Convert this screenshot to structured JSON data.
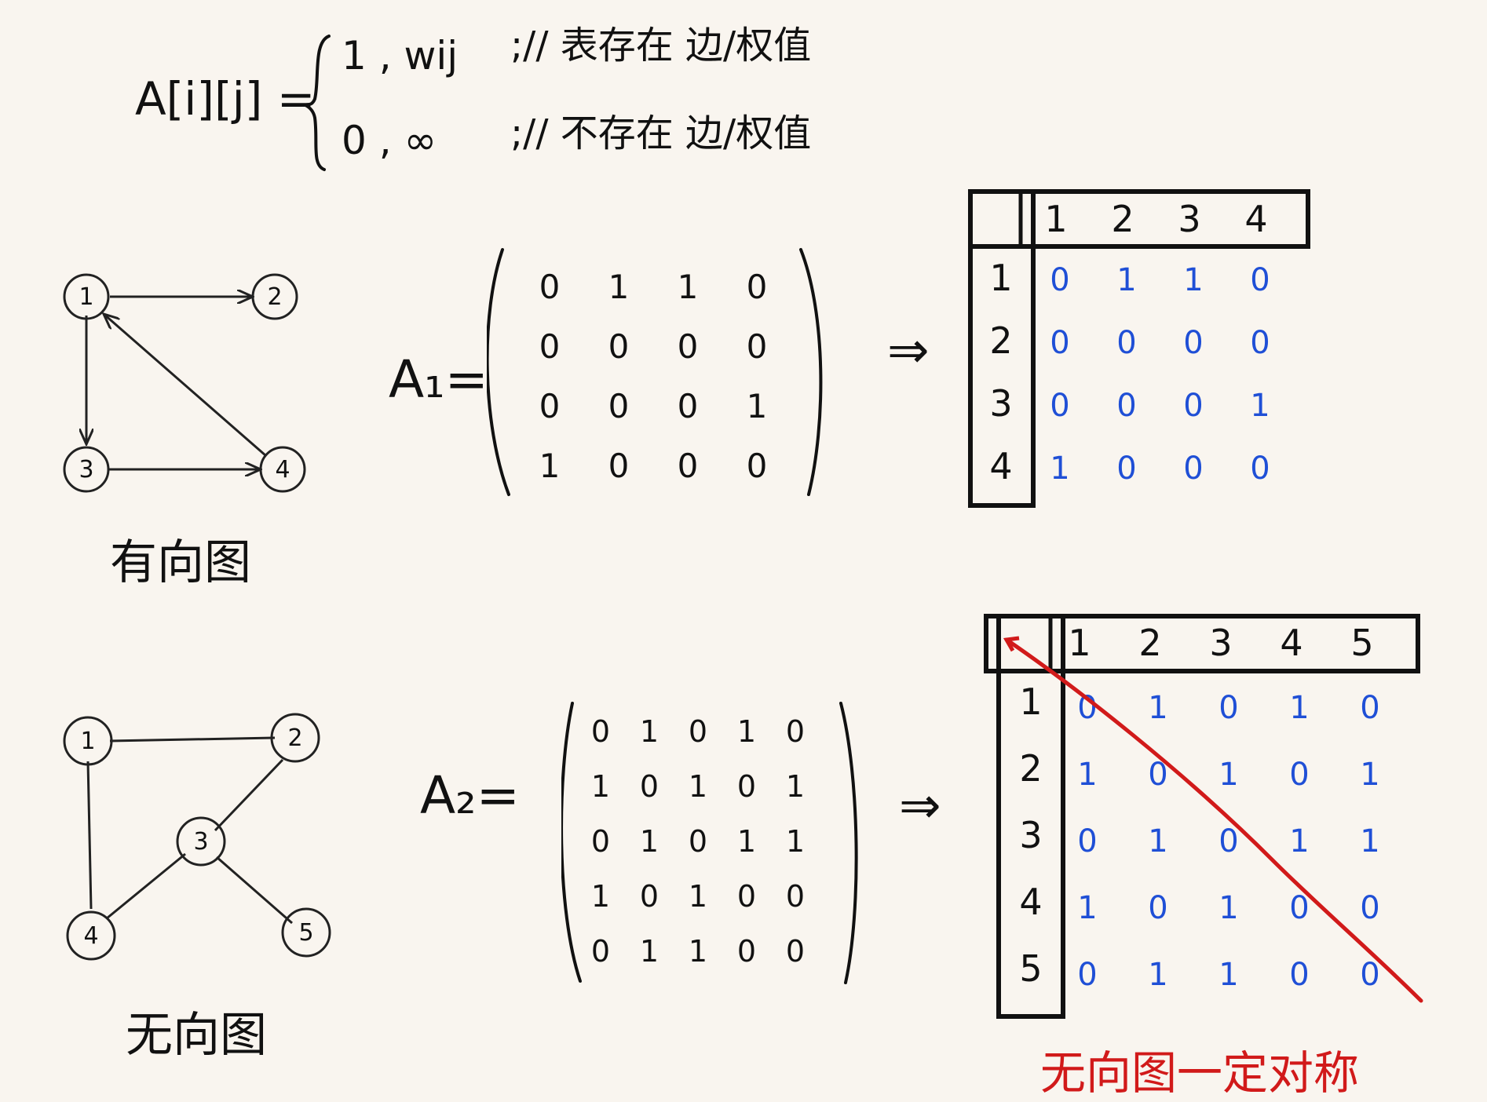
{
  "definition": {
    "lhs": "A[i][j] =",
    "row1_value": "1 , wij",
    "row1_note": ";// 表存在 边/权值",
    "row2_value": "0 , ∞",
    "row2_note": ";// 不存在 边/权值"
  },
  "directed": {
    "caption": "有向图",
    "matrix_label": "A₁=",
    "nodes": [
      "1",
      "2",
      "3",
      "4"
    ],
    "edges": [
      [
        "1",
        "2"
      ],
      [
        "1",
        "3"
      ],
      [
        "3",
        "4"
      ],
      [
        "4",
        "1"
      ]
    ],
    "matrix": [
      [
        0,
        1,
        1,
        0
      ],
      [
        0,
        0,
        0,
        0
      ],
      [
        0,
        0,
        0,
        1
      ],
      [
        1,
        0,
        0,
        0
      ]
    ],
    "arrow": "⇒",
    "table_headers": [
      "1",
      "2",
      "3",
      "4"
    ]
  },
  "undirected": {
    "caption": "无向图",
    "matrix_label": "A₂=",
    "nodes": [
      "1",
      "2",
      "3",
      "4",
      "5"
    ],
    "edges": [
      [
        "1",
        "2"
      ],
      [
        "1",
        "4"
      ],
      [
        "2",
        "3"
      ],
      [
        "3",
        "4"
      ],
      [
        "3",
        "5"
      ]
    ],
    "matrix": [
      [
        0,
        1,
        0,
        1,
        0
      ],
      [
        1,
        0,
        1,
        0,
        1
      ],
      [
        0,
        1,
        0,
        1,
        1
      ],
      [
        1,
        0,
        1,
        0,
        0
      ],
      [
        0,
        1,
        1,
        0,
        0
      ]
    ],
    "arrow": "⇒",
    "table_headers": [
      "1",
      "2",
      "3",
      "4",
      "5"
    ],
    "symmetric_note": "无向图一定对称"
  },
  "colors": {
    "ink": "#111111",
    "matrix_blue": "#1f4fd6",
    "annotation_red": "#d11a1a",
    "background": "#f9f5ef"
  }
}
